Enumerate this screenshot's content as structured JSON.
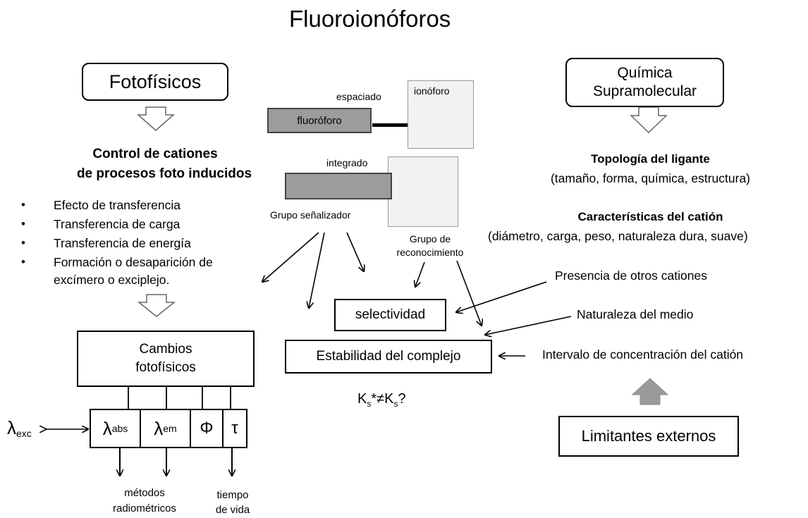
{
  "title": "Fluoroionóforos",
  "left": {
    "header": "Fotofísicos",
    "control_line1": "Control de cationes",
    "control_line2": "de procesos foto inducidos",
    "bullets": [
      "Efecto de transferencia",
      "Transferencia de carga",
      "Transferencia de energía",
      "Formación o desaparición de",
      "excímero o exciplejo."
    ],
    "bullet_char": "•",
    "cambios_line1": "Cambios",
    "cambios_line2": "fotofísicos",
    "cells": [
      {
        "base": "λ",
        "sub": "abs"
      },
      {
        "base": "λ",
        "sub": "em"
      },
      {
        "base": "Φ",
        "sub": ""
      },
      {
        "base": "τ",
        "sub": ""
      }
    ],
    "exc": {
      "base": "λ",
      "sub": "exc"
    },
    "metodos_line1": "métodos",
    "metodos_line2": "radiométricos",
    "tiempo_line1": "tiempo",
    "tiempo_line2": "de vida"
  },
  "center": {
    "espaciado": "espaciado",
    "ionoforo": "ionóforo",
    "fluoroforo": "fluoróforo",
    "integrado": "integrado",
    "grupo_senalizador": "Grupo señalizador",
    "grupo_de": "Grupo de",
    "reconocimiento": "reconocimiento",
    "selectividad": "selectividad",
    "estabilidad": "Estabilidad del complejo",
    "ks": {
      "k": "K",
      "s": "s",
      "mid": "*≠K",
      "end": "?"
    }
  },
  "right": {
    "quimica_line1": "Química",
    "quimica_line2": "Supramolecular",
    "topologia_title": "Topología del ligante",
    "topologia_desc": "(tamaño, forma, química, estructura)",
    "caracteristicas_title": "Características del catión",
    "caracteristicas_desc": "(diámetro, carga, peso, naturaleza dura, suave)",
    "presencia": "Presencia de otros cationes",
    "naturaleza": "Naturaleza del medio",
    "intervalo": "Intervalo  de concentración del catión",
    "limitantes": "Limitantes externos"
  }
}
